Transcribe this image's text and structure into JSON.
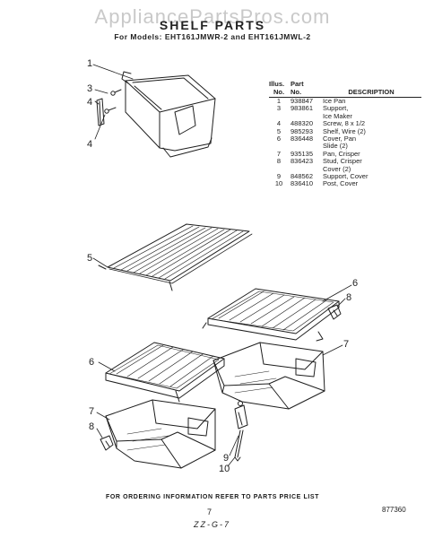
{
  "watermark": "AppliancePartsPros.com",
  "title": "SHELF PARTS",
  "subtitle": "For Models: EHT161JMWR-2 and EHT161JMWL-2",
  "parts_table": {
    "headers": {
      "illus_line1": "Illus.",
      "illus_line2": "No.",
      "part_line1": "Part",
      "part_line2": "No.",
      "description": "DESCRIPTION"
    },
    "rows": [
      {
        "illus": "1",
        "part": "938847",
        "desc": "Ice Pan"
      },
      {
        "illus": "3",
        "part": "983861",
        "desc": "Support,"
      },
      {
        "illus": "",
        "part": "",
        "desc": "Ice Maker"
      },
      {
        "illus": "4",
        "part": "488320",
        "desc": "Screw, 8 x 1/2"
      },
      {
        "illus": "5",
        "part": "985293",
        "desc": "Shelf, Wire (2)"
      },
      {
        "illus": "6",
        "part": "836448",
        "desc": "Cover, Pan"
      },
      {
        "illus": "",
        "part": "",
        "desc": "Slide (2)"
      },
      {
        "illus": "7",
        "part": "935135",
        "desc": "Pan, Crisper"
      },
      {
        "illus": "8",
        "part": "836423",
        "desc": "Stud, Crisper"
      },
      {
        "illus": "",
        "part": "",
        "desc": "Cover (2)"
      },
      {
        "illus": "9",
        "part": "848562",
        "desc": "Support, Cover"
      },
      {
        "illus": "10",
        "part": "836410",
        "desc": "Post, Cover"
      }
    ]
  },
  "callouts": {
    "c1": "1",
    "c3": "3",
    "c4a": "4",
    "c4b": "4",
    "c5": "5",
    "c6a": "6",
    "c8a": "8",
    "c7a": "7",
    "c6b": "6",
    "c7b": "7",
    "c8b": "8",
    "c9": "9",
    "c10": "10"
  },
  "footer": {
    "ordering_note": "FOR ORDERING INFORMATION REFER TO PARTS PRICE LIST",
    "page_number": "7",
    "page_code": "ZZ-G-7",
    "doc_code": "877360"
  }
}
